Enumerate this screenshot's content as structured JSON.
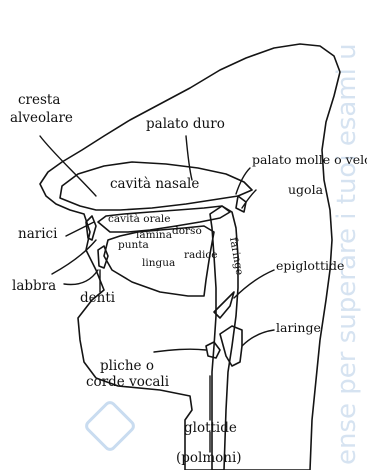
{
  "labels": {
    "cresta_line1": "cresta",
    "cresta_line2": "alveolare",
    "palato_duro": "palato duro",
    "palato_molle": "palato molle o velo",
    "ugola": "ugola",
    "cavita_nasale": "cavità nasale",
    "cavita_orale": "cavità orale",
    "narici": "narici",
    "lamina": "lamina",
    "dorso": "dorso",
    "punta": "punta",
    "radice": "radice",
    "lingua": "lingua",
    "faringe": "faringe",
    "epiglottide": "epiglottide",
    "labbra": "labbra",
    "denti": "denti",
    "laringe": "laringe",
    "pliche_line1": "pliche o",
    "pliche_line2": "corde vocali",
    "glottide": "glottide",
    "polmoni": "(polmoni)"
  },
  "watermark": {
    "text": "ense per superare i tuoi esami u"
  },
  "colors": {
    "tissue": "#c8c8c8",
    "outline": "#141414",
    "cavity": "#ffffff",
    "watermark": "#d6e3f1"
  }
}
